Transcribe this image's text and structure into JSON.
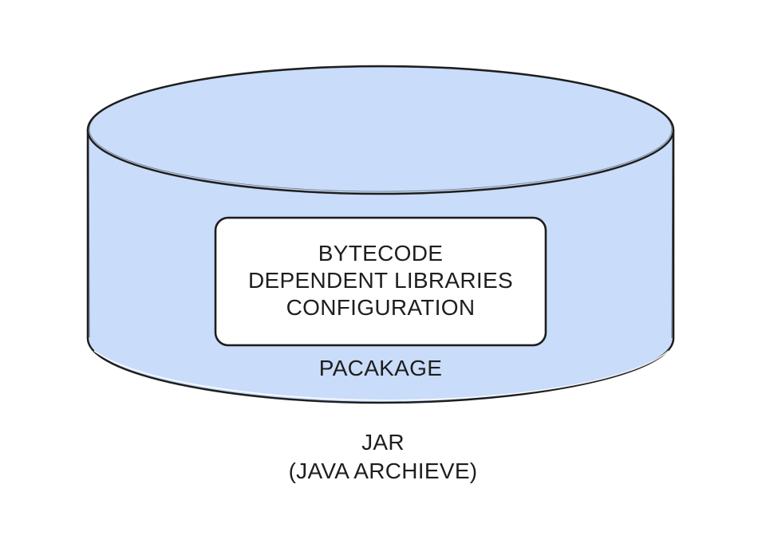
{
  "colors": {
    "cylinder_fill": "#c9dcf9",
    "stroke": "#1e1e1e",
    "inner_box_fill": "#ffffff"
  },
  "diagram": {
    "cylinder": {
      "contents": [
        "BYTECODE",
        "DEPENDENT LIBRARIES",
        "CONFIGURATION"
      ],
      "label": "PACAKAGE"
    },
    "caption": {
      "title": "JAR",
      "subtitle": "(JAVA ARCHIEVE)"
    }
  }
}
